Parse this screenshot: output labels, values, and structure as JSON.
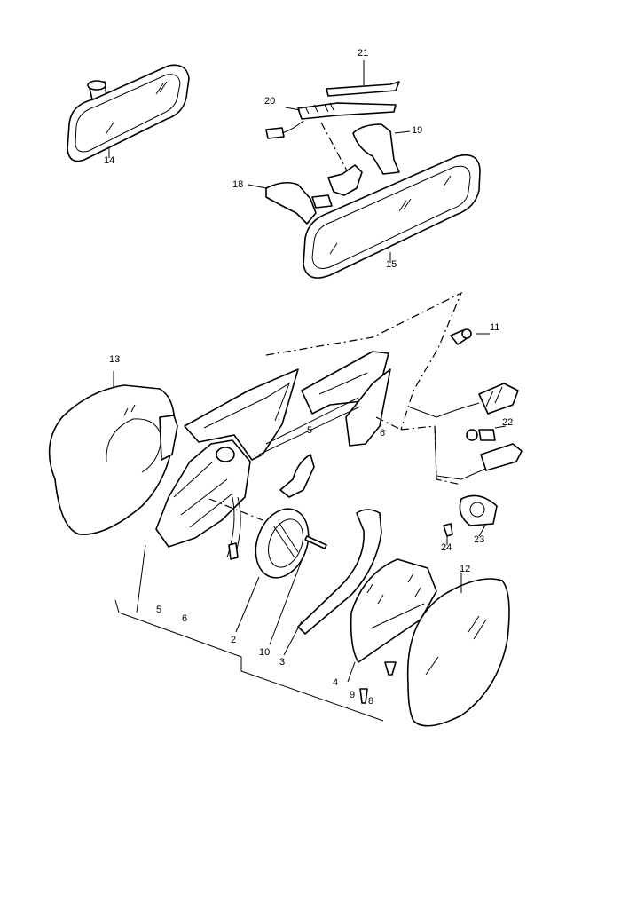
{
  "labels": {
    "l2": "2",
    "l3": "3",
    "l4": "4",
    "l5a": "5",
    "l5b": "5",
    "l6a": "6",
    "l6b": "6",
    "l8": "8",
    "l9": "9",
    "l10": "10",
    "l11": "11",
    "l12": "12",
    "l13": "13",
    "l14": "14",
    "l15": "15",
    "l18": "18",
    "l19": "19",
    "l20": "20",
    "l21": "21",
    "l22": "22",
    "l23": "23",
    "l24": "24"
  }
}
